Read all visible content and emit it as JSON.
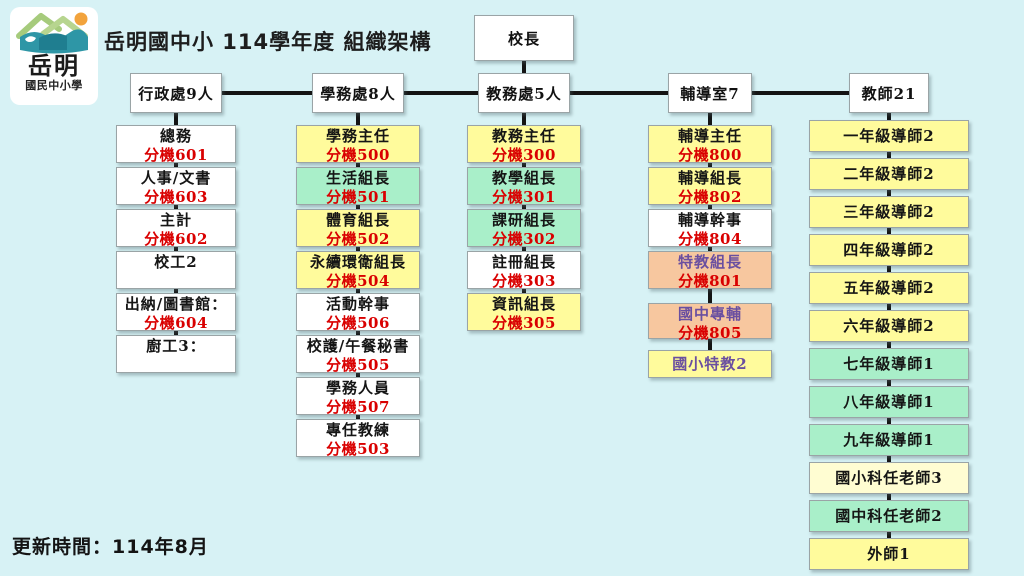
{
  "page": {
    "title": "岳明國中小 114學年度 組織架構",
    "footer": "更新時間：114年8月"
  },
  "logo": {
    "main": "岳明",
    "sub": "國民中小學"
  },
  "root": {
    "label": "校長"
  },
  "colors": {
    "background": "#D7F2F5",
    "box_white": "#FFFFFF",
    "box_yellow": "#FFFB9C",
    "box_green": "#A9EFC9",
    "box_salmon": "#F7C79F",
    "box_pale_yellow": "#FFFDD2",
    "ext_red": "#D90000",
    "title_purple": "#6A4FA0",
    "line_black": "#141414"
  },
  "columns": [
    {
      "header": "行政處9人",
      "boxes": [
        {
          "title": "總務",
          "ext": "分機601",
          "fill": "white"
        },
        {
          "title": "人事/文書",
          "ext": "分機603",
          "fill": "white"
        },
        {
          "title": "主計",
          "ext": "分機602",
          "fill": "white"
        },
        {
          "title": "校工2",
          "ext": "",
          "fill": "white"
        },
        {
          "title": "出納/圖書館：",
          "ext": "分機604",
          "fill": "white"
        },
        {
          "title": "廚工3：",
          "ext": "",
          "fill": "white"
        }
      ]
    },
    {
      "header": "學務處8人",
      "boxes": [
        {
          "title": "學務主任",
          "ext": "分機500",
          "fill": "yellow"
        },
        {
          "title": "生活組長",
          "ext": "分機501",
          "fill": "green"
        },
        {
          "title": "體育組長",
          "ext": "分機502",
          "fill": "yellow"
        },
        {
          "title": "永續環衛組長",
          "ext": "分機504",
          "fill": "yellow"
        },
        {
          "title": "活動幹事",
          "ext": "分機506",
          "fill": "white"
        },
        {
          "title": "校護/午餐秘書",
          "ext": "分機505",
          "fill": "white"
        },
        {
          "title": "學務人員",
          "ext": "分機507",
          "fill": "white"
        },
        {
          "title": "專任教練",
          "ext": "分機503",
          "fill": "white"
        }
      ]
    },
    {
      "header": "教務處5人",
      "boxes": [
        {
          "title": "教務主任",
          "ext": "分機300",
          "fill": "yellow"
        },
        {
          "title": "教學組長",
          "ext": "分機301",
          "fill": "green"
        },
        {
          "title": "課研組長",
          "ext": "分機302",
          "fill": "green"
        },
        {
          "title": "註冊組長",
          "ext": "分機303",
          "fill": "white"
        },
        {
          "title": "資訊組長",
          "ext": "分機305",
          "fill": "yellow"
        }
      ]
    },
    {
      "header": "輔導室7",
      "boxes": [
        {
          "title": "輔導主任",
          "ext": "分機800",
          "fill": "yellow"
        },
        {
          "title": "輔導組長",
          "ext": "分機802",
          "fill": "yellow"
        },
        {
          "title": "輔導幹事",
          "ext": "分機804",
          "fill": "white"
        },
        {
          "title": "特教組長",
          "ext": "分機801",
          "fill": "salmon",
          "title_color": "purple"
        },
        {
          "title": "國中專輔",
          "ext": "分機805",
          "fill": "salmon",
          "title_color": "purple"
        },
        {
          "title": "國小特教2",
          "ext": "",
          "fill": "yellow",
          "title_color": "purple"
        }
      ]
    },
    {
      "header": "教師21",
      "boxes": [
        {
          "title": "一年級導師2",
          "ext": "",
          "fill": "yellow"
        },
        {
          "title": "二年級導師2",
          "ext": "",
          "fill": "yellow"
        },
        {
          "title": "三年級導師2",
          "ext": "",
          "fill": "yellow"
        },
        {
          "title": "四年級導師2",
          "ext": "",
          "fill": "yellow"
        },
        {
          "title": "五年級導師2",
          "ext": "",
          "fill": "yellow"
        },
        {
          "title": "六年級導師2",
          "ext": "",
          "fill": "yellow"
        },
        {
          "title": "七年級導師1",
          "ext": "",
          "fill": "green"
        },
        {
          "title": "八年級導師1",
          "ext": "",
          "fill": "green"
        },
        {
          "title": "九年級導師1",
          "ext": "",
          "fill": "green"
        },
        {
          "title": "國小科任老師3",
          "ext": "",
          "fill": "pale"
        },
        {
          "title": "國中科任老師2",
          "ext": "",
          "fill": "green"
        },
        {
          "title": "外師1",
          "ext": "",
          "fill": "yellow"
        }
      ]
    }
  ]
}
